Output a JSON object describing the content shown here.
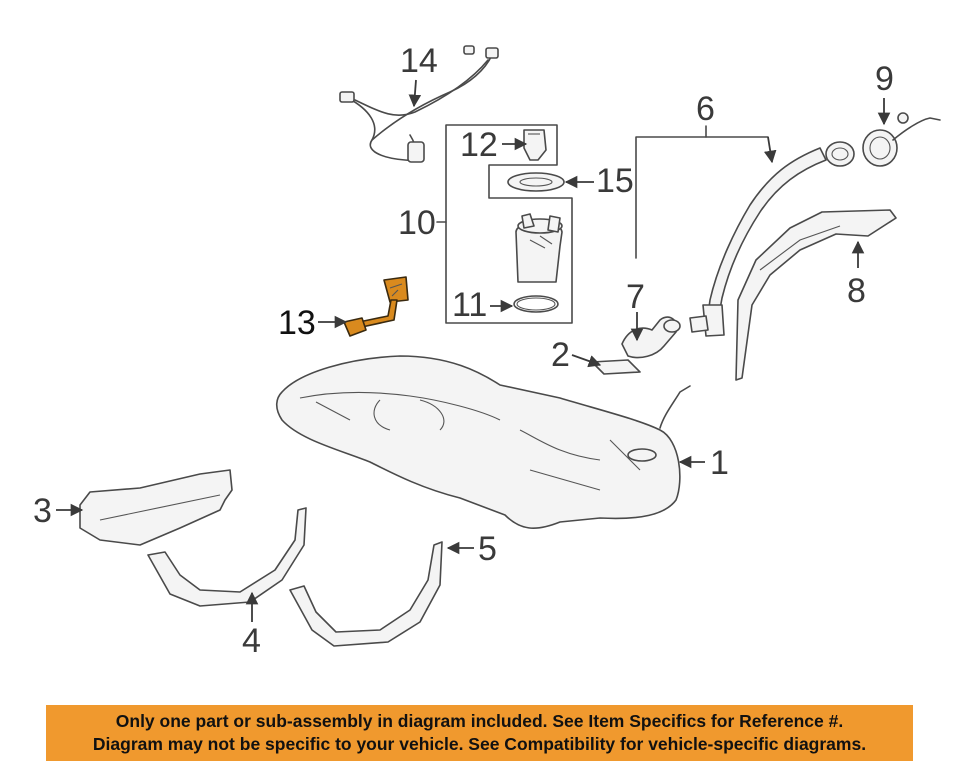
{
  "callouts": {
    "c1": "1",
    "c2": "2",
    "c3": "3",
    "c4": "4",
    "c5": "5",
    "c6": "6",
    "c7": "7",
    "c8": "8",
    "c9": "9",
    "c10": "10",
    "c11": "11",
    "c12": "12",
    "c13": "13",
    "c14": "14",
    "c15": "15"
  },
  "highlight_color": "#d98a1e",
  "banner_color": "#f0992e",
  "notice": {
    "line1": "Only one part or sub-assembly in diagram included. See Item Specifics for Reference #.",
    "line2": "Diagram may not be specific to your vehicle. See Compatibility for vehicle-specific diagrams."
  }
}
